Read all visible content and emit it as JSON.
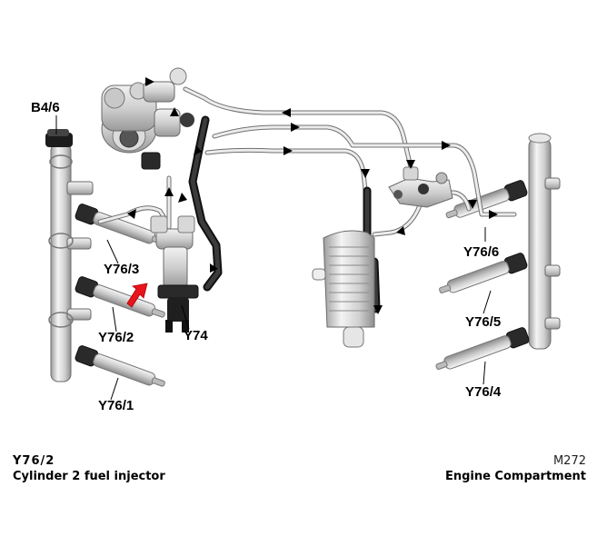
{
  "labels": {
    "b4_6": "B4/6",
    "y76_3": "Y76/3",
    "y76_2": "Y76/2",
    "y76_1": "Y76/1",
    "y74": "Y74",
    "y76_6": "Y76/6",
    "y76_5": "Y76/5",
    "y76_4": "Y76/4"
  },
  "caption": {
    "component_code": "Y76/2",
    "component_name": "Cylinder 2 fuel injector",
    "model_code": "M272",
    "location": "Engine Compartment"
  },
  "colors": {
    "highlight_arrow": "#e8141b",
    "hose": "#1e1e1e",
    "metal": "#d9d9d9"
  },
  "icons": {
    "highlight": "red-arrow-pointer-icon",
    "flow": "fuel-flow-arrow-icon"
  }
}
